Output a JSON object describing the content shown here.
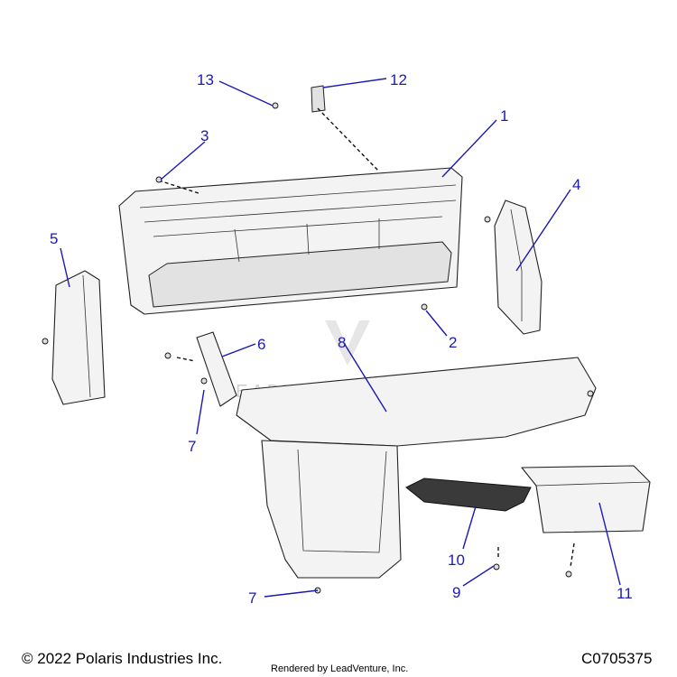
{
  "callouts": [
    {
      "id": "c1",
      "label": "1"
    },
    {
      "id": "c2",
      "label": "2"
    },
    {
      "id": "c3",
      "label": "3"
    },
    {
      "id": "c4",
      "label": "4"
    },
    {
      "id": "c5",
      "label": "5"
    },
    {
      "id": "c6",
      "label": "6"
    },
    {
      "id": "c7a",
      "label": "7"
    },
    {
      "id": "c7b",
      "label": "7"
    },
    {
      "id": "c8",
      "label": "8"
    },
    {
      "id": "c9",
      "label": "9"
    },
    {
      "id": "c10",
      "label": "10"
    },
    {
      "id": "c11",
      "label": "11"
    },
    {
      "id": "c12",
      "label": "12"
    },
    {
      "id": "c13",
      "label": "13"
    }
  ],
  "watermark": "LEADVENTURE",
  "footer": {
    "copyright": "© 2022 Polaris Industries Inc.",
    "rendered_by": "Rendered by LeadVenture, Inc.",
    "diagram_code": "C0705375"
  },
  "colors": {
    "callout": "#1a1ab4",
    "line": "#222222",
    "part_fill": "#f3f3f3"
  }
}
